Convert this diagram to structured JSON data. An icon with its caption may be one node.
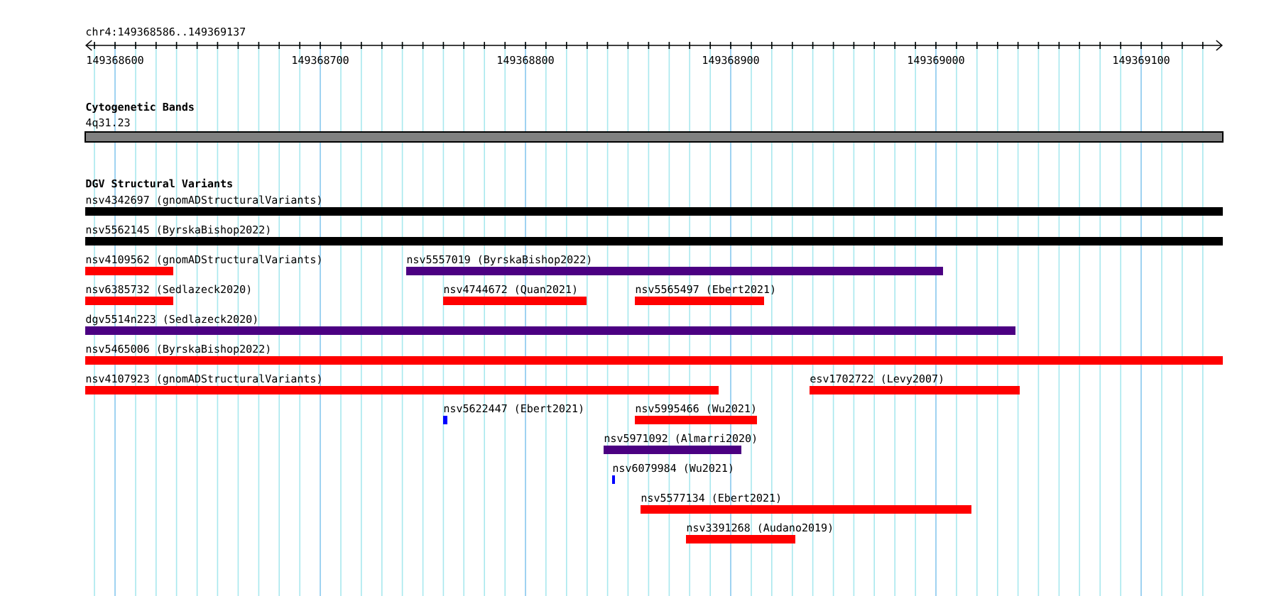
{
  "diagram": {
    "title": "chr4:149368586..149369137",
    "nodes": [
      {
        "text": [
          "4q31.23"
        ]
      },
      {
        "text": [
          "nsv4342697 (gnomADStructuralVariants)"
        ]
      },
      {
        "text": [
          "nsv5562145 (ByrskaBishop2022)"
        ]
      },
      {
        "text": [
          "nsv4109562 (gnomADStructuralVariants)"
        ]
      },
      {
        "text": [
          "nsv5557019 (ByrskaBishop2022)"
        ]
      },
      {
        "text": [
          "nsv6385732 (Sedlazeck2020)"
        ]
      },
      {
        "text": [
          "nsv4744672 (Quan2021)"
        ]
      },
      {
        "text": [
          "nsv5565497 (Ebert2021)"
        ]
      },
      {
        "text": [
          "dgv5514n223 (Sedlazeck2020)"
        ]
      },
      {
        "text": [
          "nsv5465006 (ByrskaBishop2022)"
        ]
      },
      {
        "text": [
          "nsv4107923 (gnomADStructuralVariants)"
        ]
      },
      {
        "text": [
          "esv1702722 (Levy2007)"
        ]
      },
      {
        "text": [
          "nsv5622447 (Ebert2021)"
        ]
      },
      {
        "text": [
          "nsv5995466 (Wu2021)"
        ]
      },
      {
        "text": [
          "nsv5971092 (Almarri2020)"
        ]
      },
      {
        "text": [
          "nsv6079984 (Wu2021)"
        ]
      },
      {
        "text": [
          "nsv5577134 (Ebert2021)"
        ]
      },
      {
        "text": [
          "nsv3391268 (Audano2019)"
        ]
      }
    ],
    "labels": [
      "149368600",
      "149368700",
      "149368800",
      "149368900",
      "149369000",
      "149369100",
      "Cytogenetic Bands",
      "DGV Structural Variants"
    ]
  }
}
